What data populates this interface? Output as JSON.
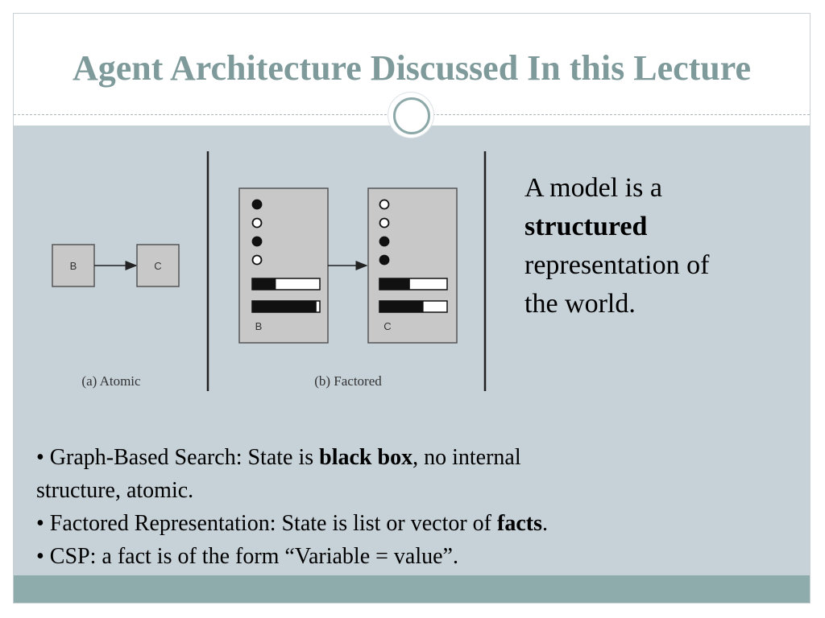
{
  "slide": {
    "title": "Agent Architecture Discussed In this Lecture"
  },
  "figure": {
    "atomic": {
      "state_b": "B",
      "state_c": "C",
      "caption": "(a) Atomic"
    },
    "factored": {
      "state_b_label": "B",
      "state_c_label": "C",
      "caption": "(b) Factored",
      "state_b_facts": [
        "filled",
        "empty",
        "filled",
        "empty"
      ],
      "state_c_facts": [
        "empty",
        "empty",
        "filled",
        "filled"
      ],
      "state_b_bars": [
        0.35,
        0.95
      ],
      "state_c_bars": [
        0.45,
        0.65
      ]
    }
  },
  "side": {
    "line1": "A model is a",
    "emphasis": "structured",
    "line3": "representation of",
    "line4": "the world."
  },
  "bullets": {
    "b1_pre": "• Graph-Based Search: State is ",
    "b1_bold": "black box",
    "b1_post": ", no internal",
    "b1_cont": "structure, atomic.",
    "b2_pre": "• Factored Representation: State is list or vector of ",
    "b2_bold": "facts",
    "b2_post": ".",
    "b3": "• CSP: a fact is of the form “Variable = value”."
  },
  "colors": {
    "title": "#7f9a9a",
    "content_bg": "#c6d1d8",
    "footer": "#8eacac"
  }
}
